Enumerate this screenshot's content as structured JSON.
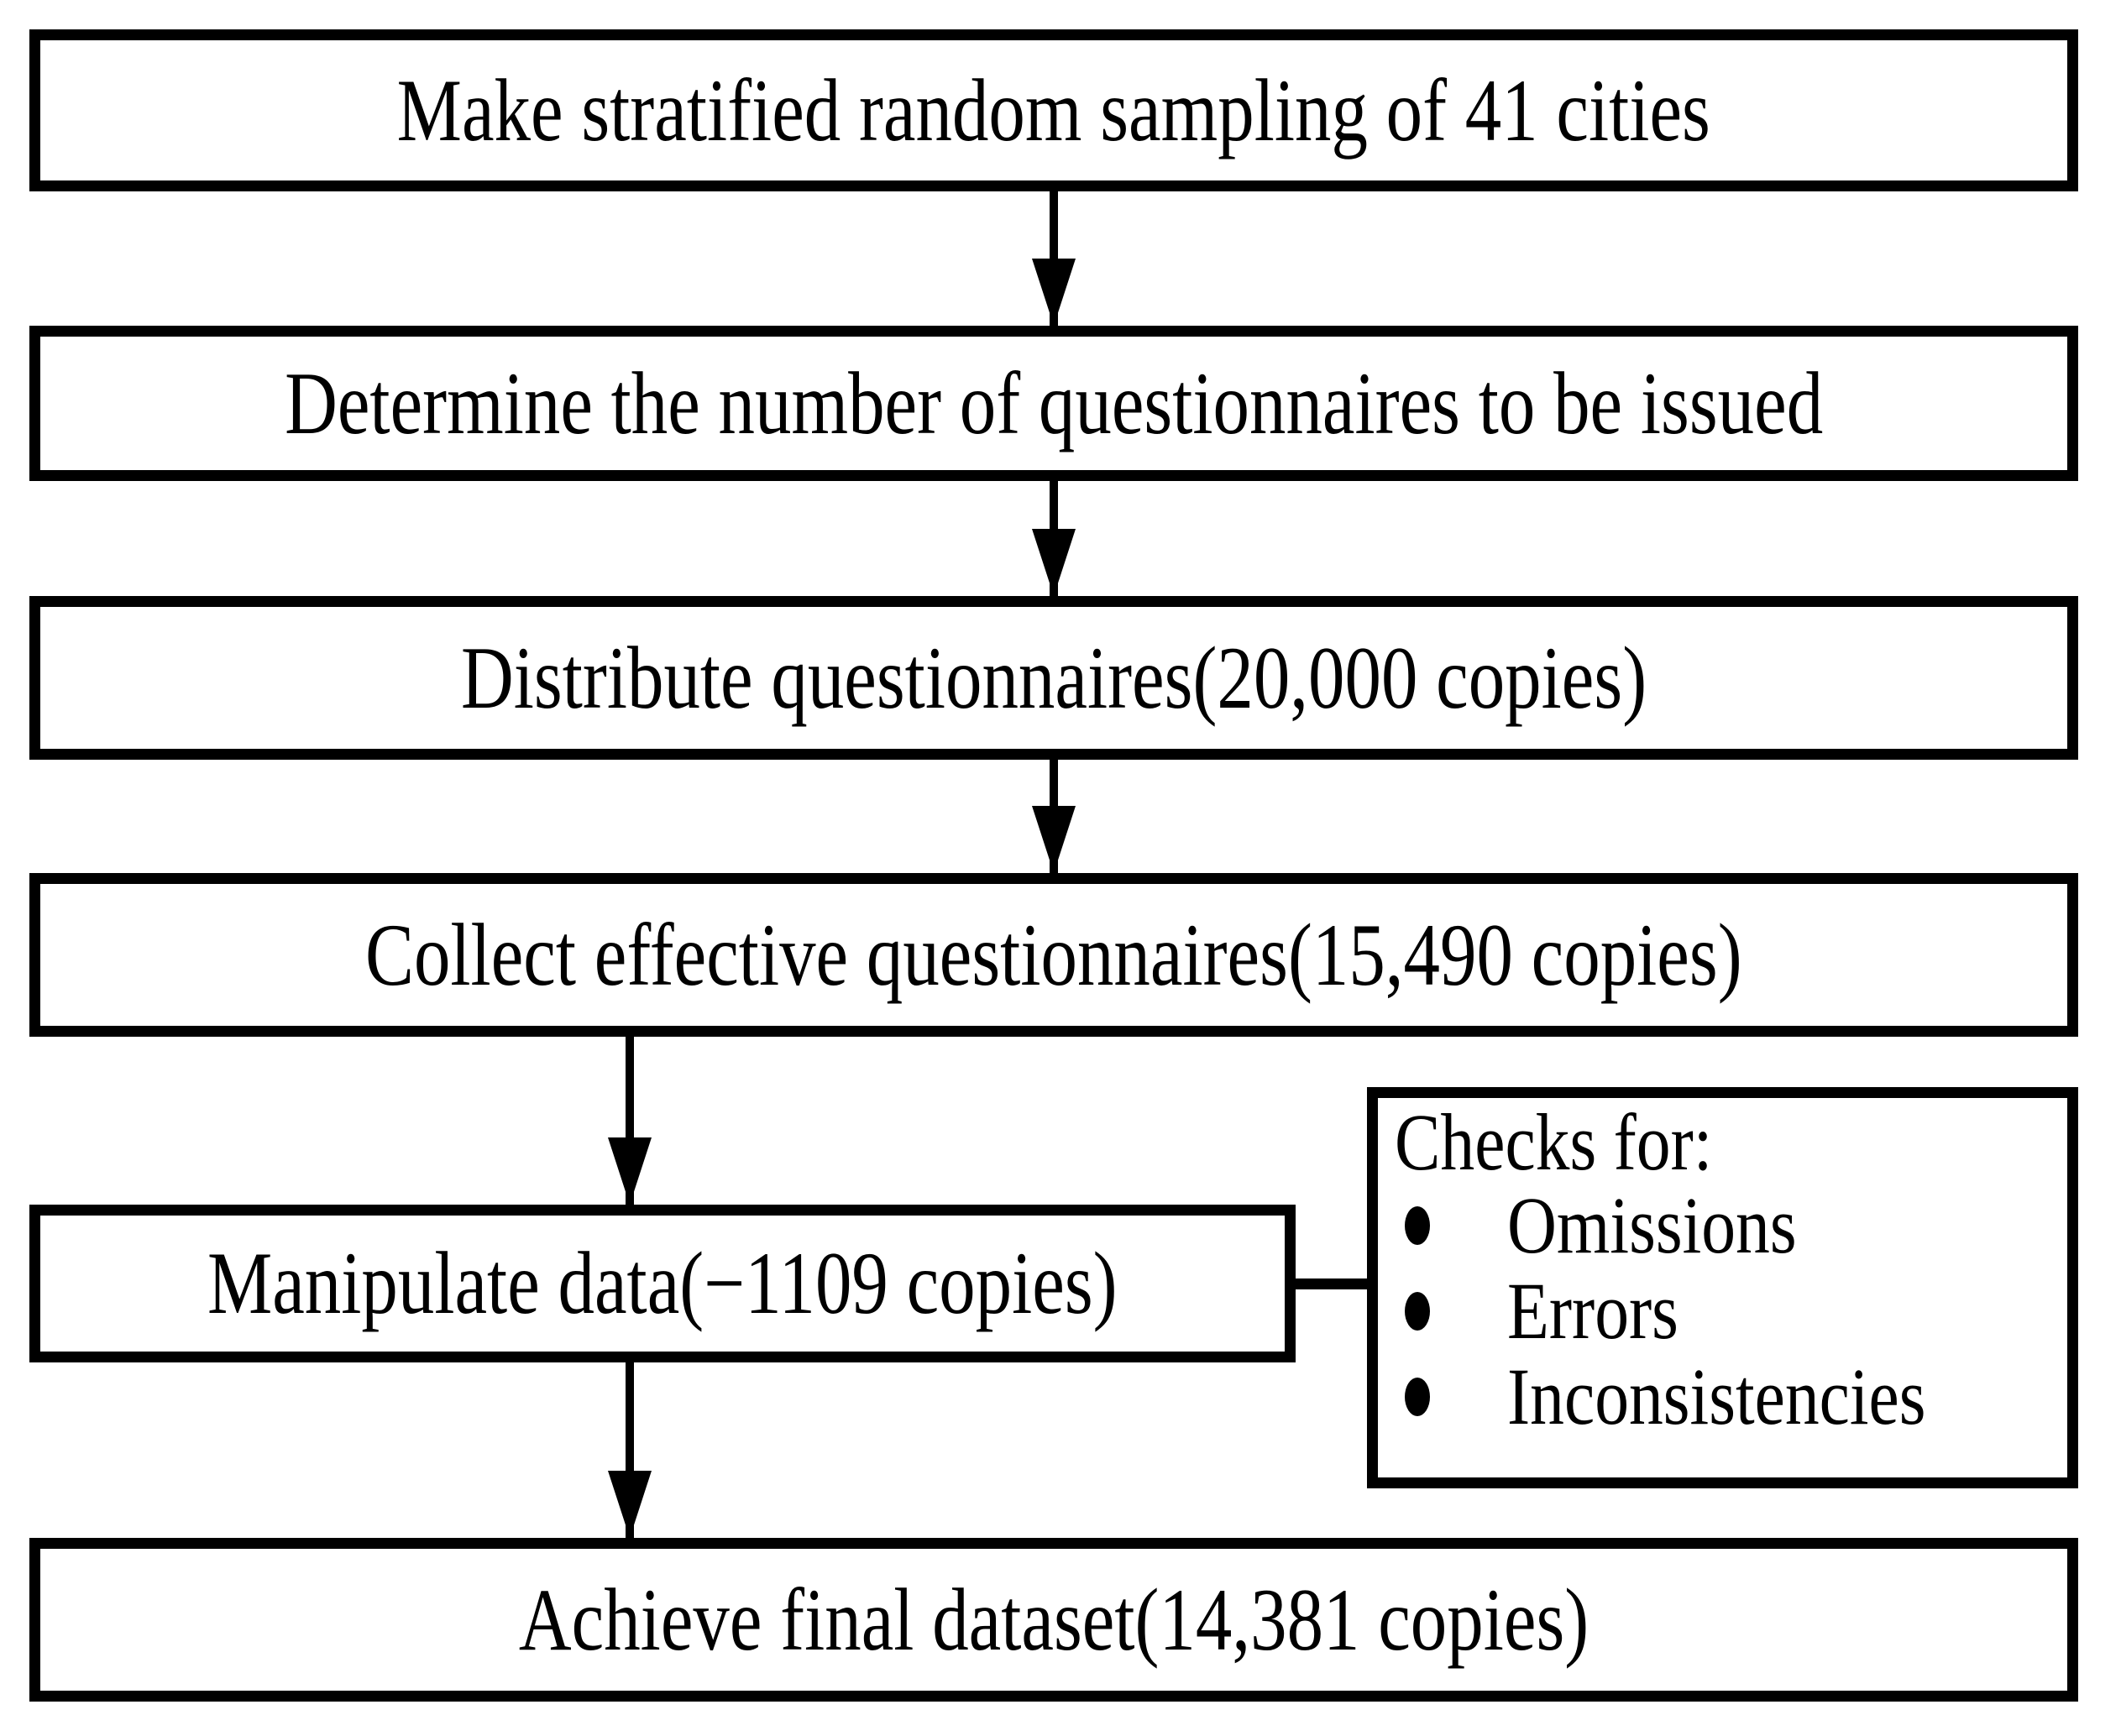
{
  "colors": {
    "stroke": "#000000",
    "background": "#ffffff"
  },
  "flowchart": {
    "steps": [
      {
        "label": "Make stratified random sampling of 41 cities"
      },
      {
        "label": "Determine the number of questionnaires to be issued"
      },
      {
        "label": "Distribute questionnaires(20,000 copies)"
      },
      {
        "label": "Collect effective questionnaires(15,490 copies)"
      },
      {
        "label": "Manipulate data(−1109 copies)"
      },
      {
        "label": "Achieve final dataset(14,381 copies)"
      }
    ],
    "checks_panel": {
      "title": "Checks for:",
      "items": [
        "Omissions",
        "Errors",
        "Inconsistencies"
      ]
    },
    "icons": {
      "down_arrow": "filled-triangle-down",
      "bullet": "filled-ellipse"
    }
  }
}
